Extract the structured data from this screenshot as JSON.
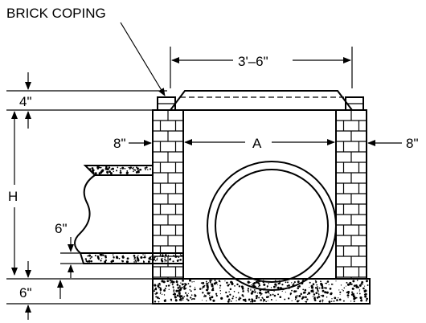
{
  "labels": {
    "brick_coping": "BRICK  COPING",
    "width_top": "3'–6\"",
    "coping_height": "4\"",
    "wall_left": "8\"",
    "inside_width": "A",
    "wall_right": "8\"",
    "height": "H",
    "pipe_wall": "6\"",
    "base": "6\""
  },
  "colors": {
    "ink": "#000000",
    "background": "#ffffff"
  }
}
